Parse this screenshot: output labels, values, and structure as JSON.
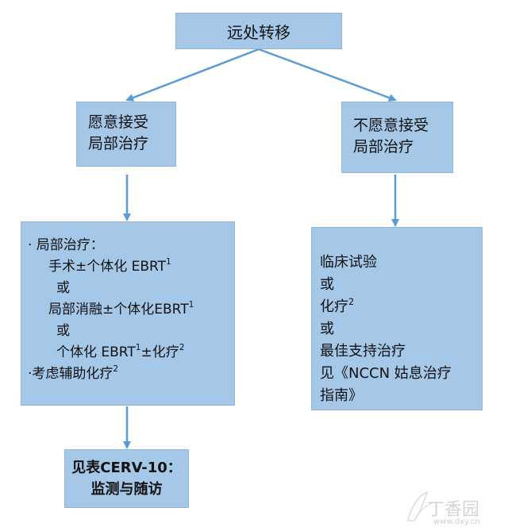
{
  "nodes": {
    "top": {
      "label": "远处转移"
    },
    "accept": {
      "lines": [
        "愿意接受",
        "局部治疗"
      ]
    },
    "reject": {
      "lines": [
        "不愿意接受",
        "局部治疗"
      ]
    },
    "local": {
      "l1": "· 局部治疗：",
      "l2": "手术±个体化 EBRT",
      "l2_sup": "1",
      "l3": "或",
      "l4": "局部消融±个体化EBRT",
      "l4_sup": "1",
      "l5": "或",
      "l6_a": "个体化 EBRT",
      "l6_sup1": "1",
      "l6_b": "±化疗",
      "l6_sup2": "2",
      "l7_a": "·考虑辅助化疗",
      "l7_sup": "2"
    },
    "trial": {
      "l1": "临床试验",
      "l2": "或",
      "l3": "化疗",
      "l3_sup": "2",
      "l4": "或",
      "l5": "最佳支持治疗",
      "l6": "见《NCCN 姑息治疗",
      "l7": "指南》"
    },
    "follow": {
      "lines": [
        "见表CERV-10：",
        "监测与随访"
      ]
    }
  },
  "colors": {
    "box_fill": "#a6c8e8",
    "arrow": "#5b9bd5"
  },
  "watermark": {
    "text": "丁香园",
    "url": "www.dxy.cn"
  }
}
